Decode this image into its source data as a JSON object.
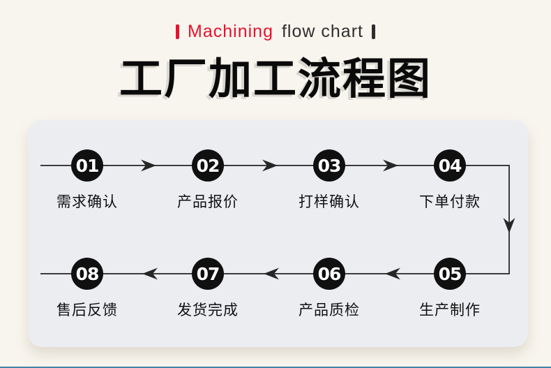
{
  "page": {
    "background_color": "#f8f5ee",
    "bottom_rule_color": "#4682a6"
  },
  "header": {
    "tagline": {
      "left_bar_color": "#e8112d",
      "highlight_word": "Machining",
      "rest_words": "flow chart",
      "right_bar_color": "#2d2d2d",
      "highlight_color": "#e8112d",
      "rest_color": "#2f2f2f"
    },
    "title": "工厂加工流程图"
  },
  "flowchart": {
    "card_background": "#ebedf1",
    "line_color": "#3c3c3c",
    "arrow_color": "#262626",
    "node_color": "#101010",
    "node_number_color": "#ffffff",
    "flow_description": "01→02→03→04 then down, 05→06→07→08 leftwards",
    "steps": [
      {
        "number": "01",
        "label": "需求确认"
      },
      {
        "number": "02",
        "label": "产品报价"
      },
      {
        "number": "03",
        "label": "打样确认"
      },
      {
        "number": "04",
        "label": "下单付款"
      },
      {
        "number": "05",
        "label": "生产制作"
      },
      {
        "number": "06",
        "label": "产品质检"
      },
      {
        "number": "07",
        "label": "发货完成"
      },
      {
        "number": "08",
        "label": "售后反馈"
      }
    ]
  }
}
